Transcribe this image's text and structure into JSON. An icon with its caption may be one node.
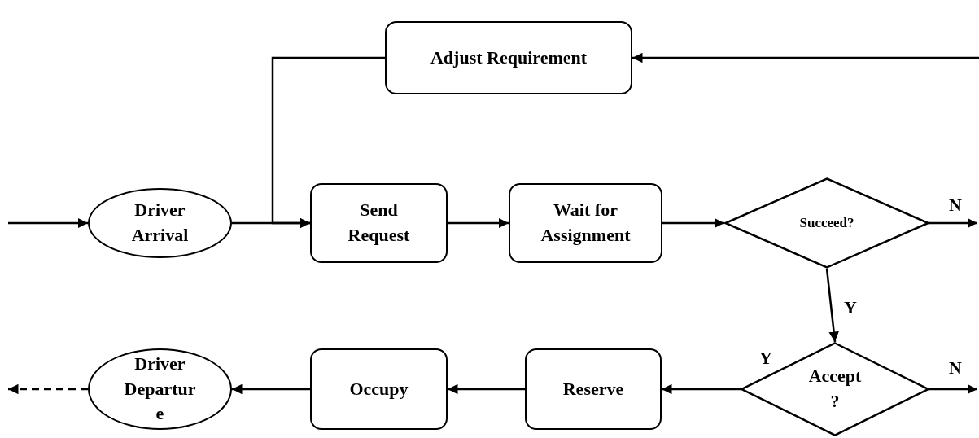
{
  "diagram": {
    "nodes": [
      {
        "text": [
          "Adjust Requirement"
        ]
      },
      {
        "text": [
          "Driver Arrival"
        ]
      },
      {
        "text": [
          "Send Request"
        ]
      },
      {
        "text": [
          "Wait for Assignment"
        ]
      },
      {
        "text": [
          "Succeed?"
        ]
      },
      {
        "text": [
          "Accept ?"
        ]
      },
      {
        "text": [
          "Reserve"
        ]
      },
      {
        "text": [
          "Occupy"
        ]
      },
      {
        "text": [
          "Driver Departur e"
        ]
      }
    ],
    "edges": [
      {
        "from": null,
        "to": 1,
        "arrow": "to"
      },
      {
        "from": 1,
        "to": 2,
        "arrow": "to"
      },
      {
        "from": 2,
        "to": 3,
        "arrow": "to"
      },
      {
        "from": 3,
        "to": 4,
        "arrow": "to"
      },
      {
        "from": 4,
        "to": null,
        "arrow": "to",
        "label": "N"
      },
      {
        "from": 4,
        "to": 5,
        "arrow": "to",
        "label": "Y"
      },
      {
        "from": null,
        "to": 0,
        "arrow": "to"
      },
      {
        "from": 0,
        "to": 2,
        "arrow": "to"
      },
      {
        "from": 5,
        "to": null,
        "arrow": "to",
        "label": "N"
      },
      {
        "from": 5,
        "to": 6,
        "arrow": "to",
        "label": "Y"
      },
      {
        "from": 6,
        "to": 7,
        "arrow": "to"
      },
      {
        "from": 7,
        "to": 8,
        "arrow": "to"
      },
      {
        "from": 8,
        "to": null,
        "arrow": "to",
        "style": "dashed"
      }
    ]
  }
}
